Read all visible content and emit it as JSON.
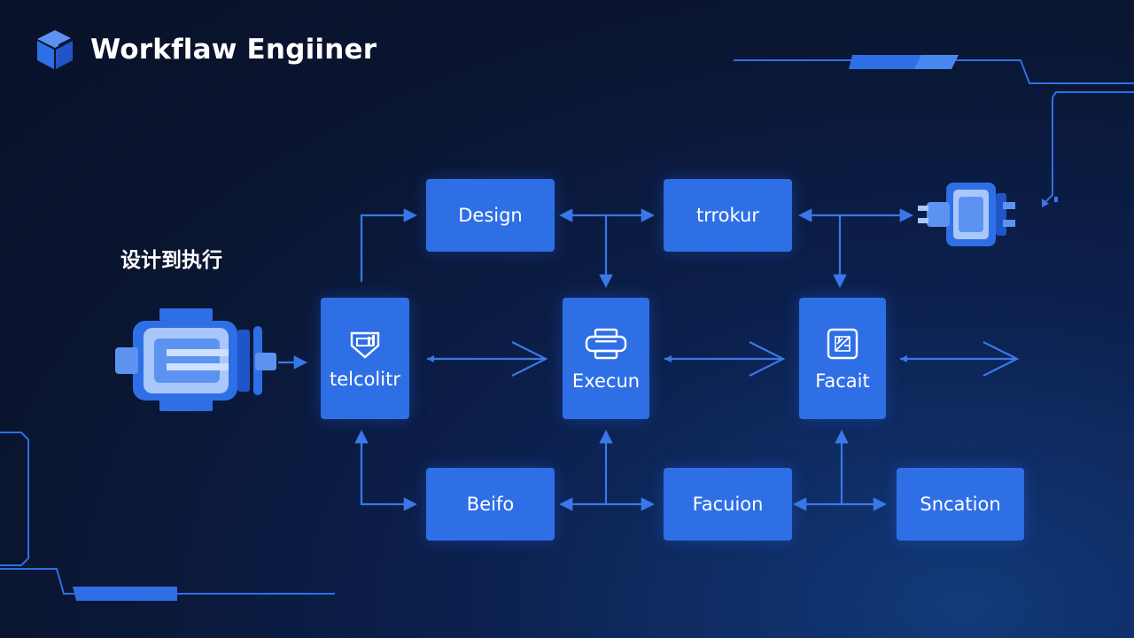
{
  "header": {
    "title": "Workflaw Engiiner",
    "subtitle": "设计到执行"
  },
  "colors": {
    "background": "#0a1530",
    "node": "#2f6fe6",
    "line": "#3a78e8",
    "machine": "#5c93f0"
  },
  "nodes": [
    {
      "id": "design",
      "label": "Design"
    },
    {
      "id": "trrokur",
      "label": "trrokur"
    },
    {
      "id": "telcolitr",
      "label": "telcolitr",
      "icon": "shield-chart-icon"
    },
    {
      "id": "execun",
      "label": "Execun",
      "icon": "printer-icon"
    },
    {
      "id": "facait",
      "label": "Facait",
      "icon": "chip-icon"
    },
    {
      "id": "beifo",
      "label": "Beifo"
    },
    {
      "id": "facuion",
      "label": "Facuion"
    },
    {
      "id": "sncation",
      "label": "Sncation"
    }
  ],
  "icons": {
    "logo": "cube-logo-icon",
    "left_machine": "engine-machine-icon",
    "right_machine": "connector-machine-icon"
  }
}
